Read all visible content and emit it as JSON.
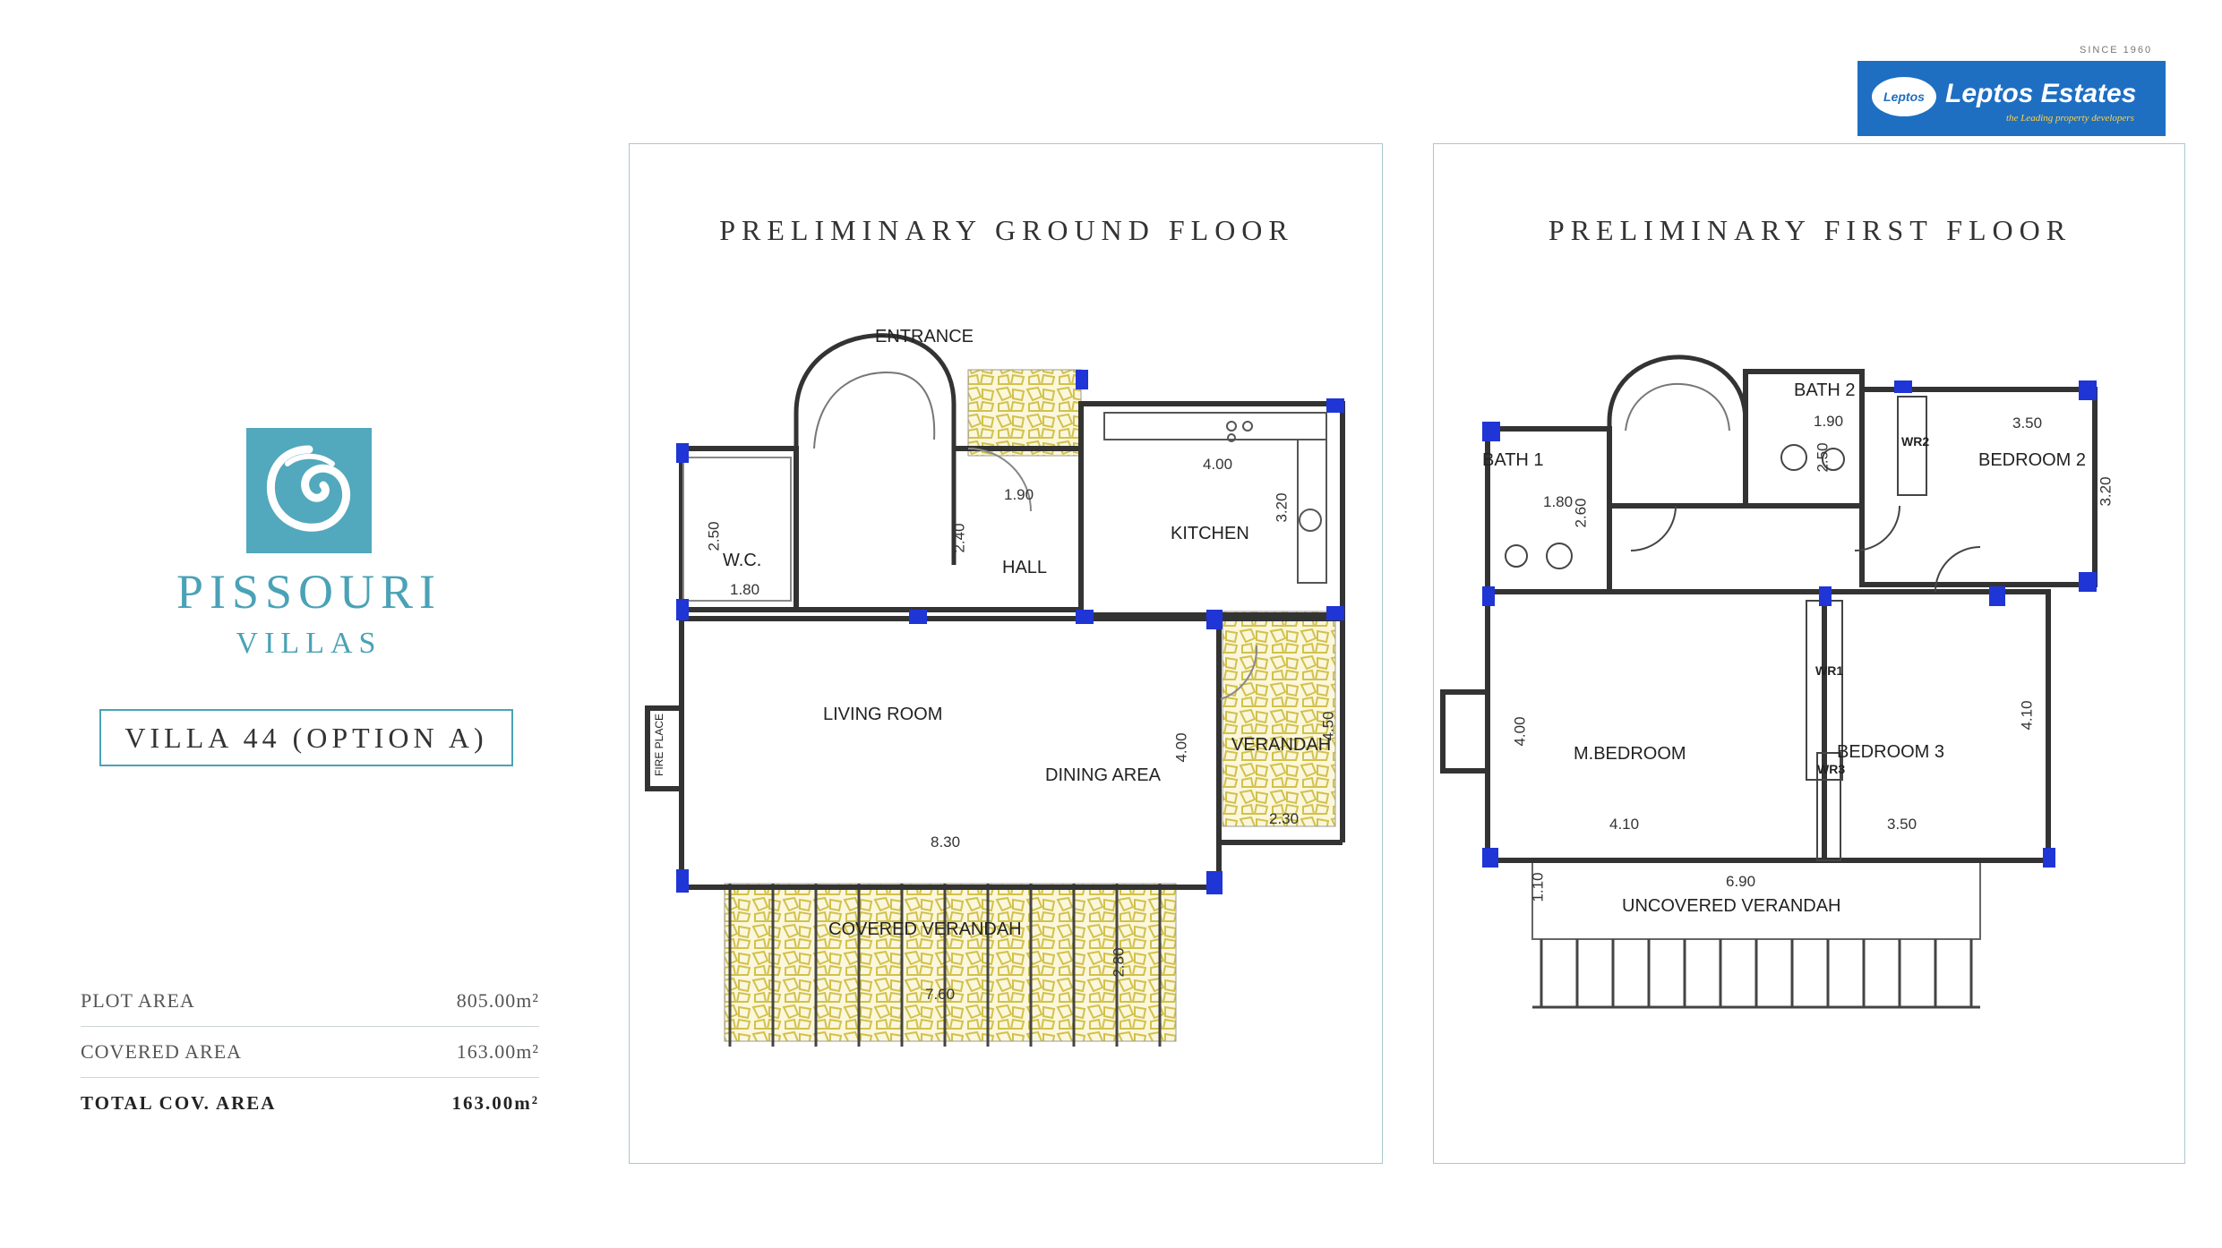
{
  "brand": {
    "project_name": "PISSOURI",
    "project_sub": "VILLAS",
    "developer_name": "Leptos Estates",
    "developer_badge": "Leptos",
    "developer_tagline": "the Leading property developers",
    "developer_since": "SINCE 1960"
  },
  "villa": {
    "label": "VILLA 44 (OPTION A)"
  },
  "areas": [
    {
      "label": "PLOT AREA",
      "value": "805.00m²"
    },
    {
      "label": "COVERED AREA",
      "value": "163.00m²"
    },
    {
      "label": "TOTAL COV. AREA",
      "value": "163.00m²"
    }
  ],
  "ground_floor": {
    "title": "PRELIMINARY GROUND FLOOR",
    "rooms": {
      "entrance": "ENTRANCE",
      "wc": "W.C.",
      "hall": "HALL",
      "kitchen": "KITCHEN",
      "living": "LIVING ROOM",
      "dining": "DINING AREA",
      "verandah": "VERANDAH",
      "covered_verandah": "COVERED VERANDAH",
      "fireplace": "FIRE PLACE"
    },
    "dims": {
      "wc_h": "2.50",
      "wc_w": "1.80",
      "hall_w": "1.90",
      "hall_h": "2.40",
      "kitchen_w": "4.00",
      "kitchen_h": "3.20",
      "living_w": "8.30",
      "living_h": "4.00",
      "ver_h": "4.50",
      "ver_w": "2.30",
      "cov_w": "7.60",
      "cov_h": "2.80"
    }
  },
  "first_floor": {
    "title": "PRELIMINARY FIRST FLOOR",
    "rooms": {
      "bath1": "BATH 1",
      "bath2": "BATH 2",
      "bed2": "BEDROOM 2",
      "mbed": "M.BEDROOM",
      "bed3": "BEDROOM 3",
      "uncovered": "UNCOVERED VERANDAH",
      "wr1": "WR1",
      "wr2": "WR2",
      "wr3": "WR3"
    },
    "dims": {
      "bath1_w": "1.80",
      "bath1_h": "2.60",
      "bath2_w": "1.90",
      "bath2_h": "2.50",
      "bed2_w": "3.50",
      "bed2_h": "3.20",
      "mbed_w": "4.10",
      "mbed_h": "4.00",
      "bed3_w": "3.50",
      "bed3_h": "4.10",
      "ver_w": "6.90",
      "ver_h": "1.10"
    }
  },
  "colors": {
    "accent": "#4aa2b6",
    "brand_blue": "#1e6fc2",
    "column_blue": "#1f35d6",
    "paving": "#d8c85a"
  }
}
